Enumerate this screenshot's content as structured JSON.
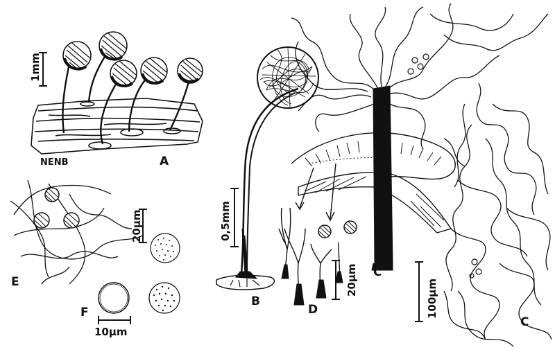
{
  "figure": {
    "panels": [
      {
        "id": "A",
        "label": "A"
      },
      {
        "id": "B",
        "label": "B"
      },
      {
        "id": "C",
        "label": "C"
      },
      {
        "id": "C2",
        "label": "C"
      },
      {
        "id": "D",
        "label": "D"
      },
      {
        "id": "E",
        "label": "E"
      },
      {
        "id": "F",
        "label": "F"
      }
    ],
    "scale_bars": {
      "a": "1mm",
      "b": "0,5mm",
      "d": "20µm",
      "e": "20µm",
      "f": "10µm",
      "c": "100µm"
    },
    "signature": "NENB",
    "colors": {
      "ink": "#111111",
      "paper": "#ffffff"
    }
  }
}
